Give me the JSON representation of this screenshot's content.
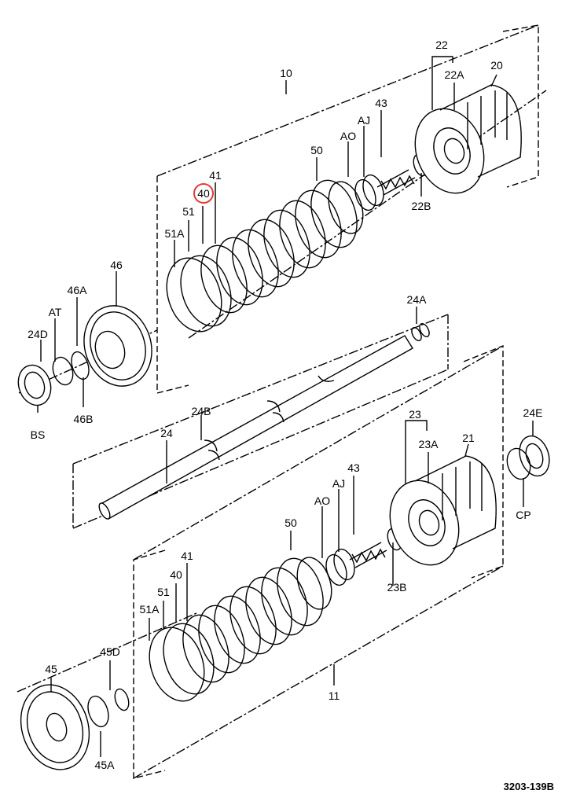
{
  "figure_id": "3203-139B",
  "highlight_color": "#e53935",
  "assembly_top": {
    "label": "10",
    "parts": [
      "22",
      "22A",
      "20",
      "43",
      "AJ",
      "AO",
      "50",
      "41",
      "40",
      "51",
      "51A",
      "22B"
    ]
  },
  "assembly_bottom": {
    "label": "11",
    "parts": [
      "23",
      "23A",
      "21",
      "43",
      "AJ",
      "AO",
      "50",
      "41",
      "40",
      "51",
      "51A",
      "23B"
    ]
  },
  "shaft_group": [
    "24",
    "24A",
    "24B"
  ],
  "left_top_group": [
    "46",
    "46A",
    "46B",
    "AT",
    "24D",
    "BS"
  ],
  "left_bottom_group": [
    "45",
    "45A",
    "45D"
  ],
  "right_bottom_group": [
    "24E",
    "CP"
  ],
  "highlighted_label": "40"
}
